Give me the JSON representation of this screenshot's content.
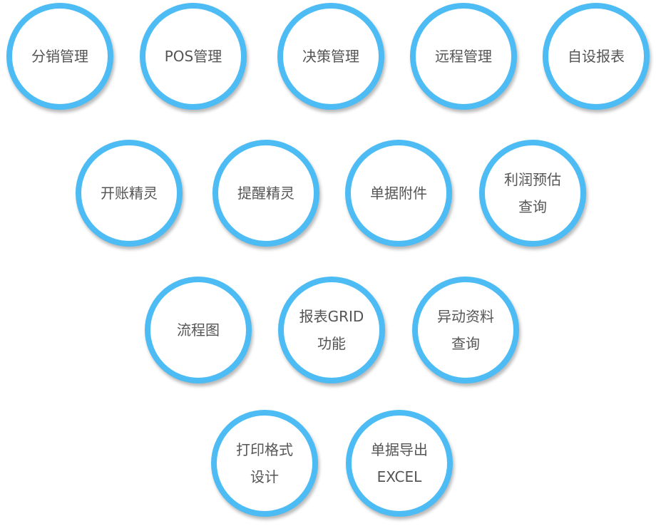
{
  "features": [
    {
      "lines": [
        "分销管理"
      ]
    },
    {
      "lines": [
        "POS管理"
      ]
    },
    {
      "lines": [
        "决策管理"
      ]
    },
    {
      "lines": [
        "远程管理"
      ]
    },
    {
      "lines": [
        "自设报表"
      ]
    },
    {
      "lines": [
        "开账精灵"
      ]
    },
    {
      "lines": [
        "提醒精灵"
      ]
    },
    {
      "lines": [
        "单据附件"
      ]
    },
    {
      "lines": [
        "利润预估",
        "查询"
      ]
    },
    {
      "lines": [
        "流程图"
      ]
    },
    {
      "lines": [
        "报表GRID",
        "功能"
      ]
    },
    {
      "lines": [
        "异动资料",
        "查询"
      ]
    },
    {
      "lines": [
        "打印格式",
        "设计"
      ]
    },
    {
      "lines": [
        "单据导出",
        "EXCEL"
      ]
    }
  ],
  "colors": {
    "ring": "#4dbcf4",
    "text": "#555555"
  }
}
